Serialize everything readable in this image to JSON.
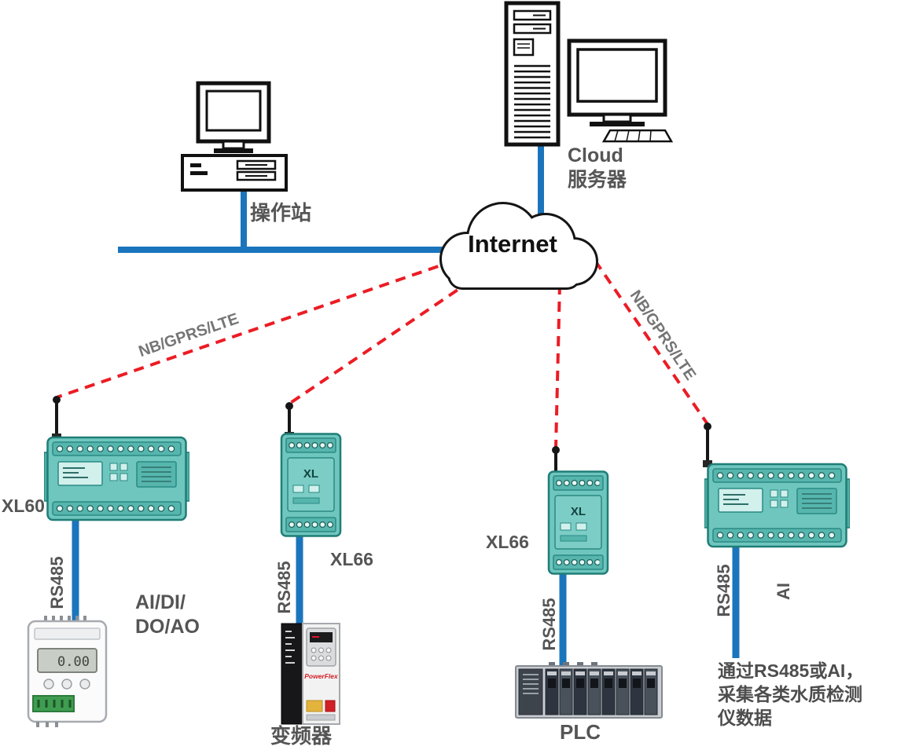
{
  "colors": {
    "line_blue": "#1B75BC",
    "dashed_red": "#EC1C24",
    "device_teal": "#6EC6BE",
    "label_gray": "#555555"
  },
  "labels": {
    "operator_station": "操作站",
    "cloud_line1": "Cloud",
    "cloud_line2": "服务器",
    "internet": "Internet",
    "nb_left": "NB/GPRS/LTE",
    "nb_right": "NB/GPRS/LTE",
    "xl60": "XL60",
    "xl66_a": "XL66",
    "xl66_b": "XL66",
    "rs485_1": "RS485",
    "rs485_2": "RS485",
    "rs485_3": "RS485",
    "rs485_4": "RS485",
    "ai": "AI",
    "io_line1": "AI/DI/",
    "io_line2": "DO/AO",
    "vfd": "变频器",
    "plc": "PLC",
    "note_line1": "通过RS485或AI，",
    "note_line2": "采集各类水质检测",
    "note_line3": "仪数据"
  },
  "devices": {
    "xl66_face": "XL",
    "meter_reading": "0.00",
    "vfd_brand": "PowerFlex"
  }
}
